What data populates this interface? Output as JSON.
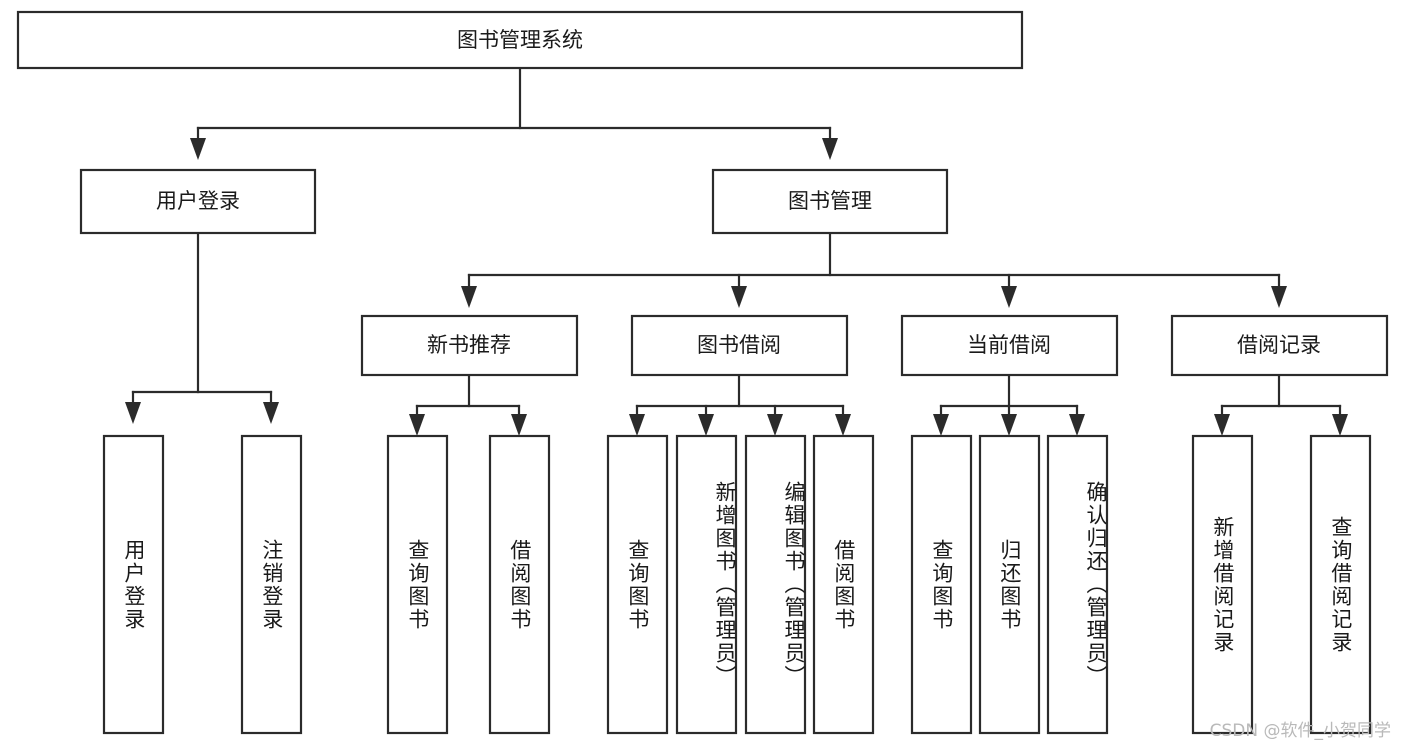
{
  "diagram": {
    "title": "图书管理系统",
    "type": "tree-hierarchy-chart",
    "root": {
      "label": "图书管理系统"
    },
    "level2": [
      {
        "label": "用户登录"
      },
      {
        "label": "图书管理"
      }
    ],
    "level3": [
      {
        "label": "新书推荐"
      },
      {
        "label": "图书借阅"
      },
      {
        "label": "当前借阅"
      },
      {
        "label": "借阅记录"
      }
    ],
    "leaves_user_login": [
      {
        "label": "用户登录"
      },
      {
        "label": "注销登录"
      }
    ],
    "leaves_new_book": [
      {
        "label": "查询图书"
      },
      {
        "label": "借阅图书"
      }
    ],
    "leaves_book_borrow": [
      {
        "label": "查询图书"
      },
      {
        "label": "新增图书（管理员）"
      },
      {
        "label": "编辑图书（管理员）"
      },
      {
        "label": "借阅图书"
      }
    ],
    "leaves_current_borrow": [
      {
        "label": "查询图书"
      },
      {
        "label": "归还图书"
      },
      {
        "label": "确认归还（管理员）"
      }
    ],
    "leaves_borrow_record": [
      {
        "label": "新增借阅记录"
      },
      {
        "label": "查询借阅记录"
      }
    ],
    "colors": {
      "stroke": "#2b2b2b",
      "fill": "#ffffff",
      "text": "#1a1a1a",
      "watermark": "#b9b9b9"
    }
  },
  "watermark": {
    "text": "CSDN @软件_小贺同学"
  }
}
